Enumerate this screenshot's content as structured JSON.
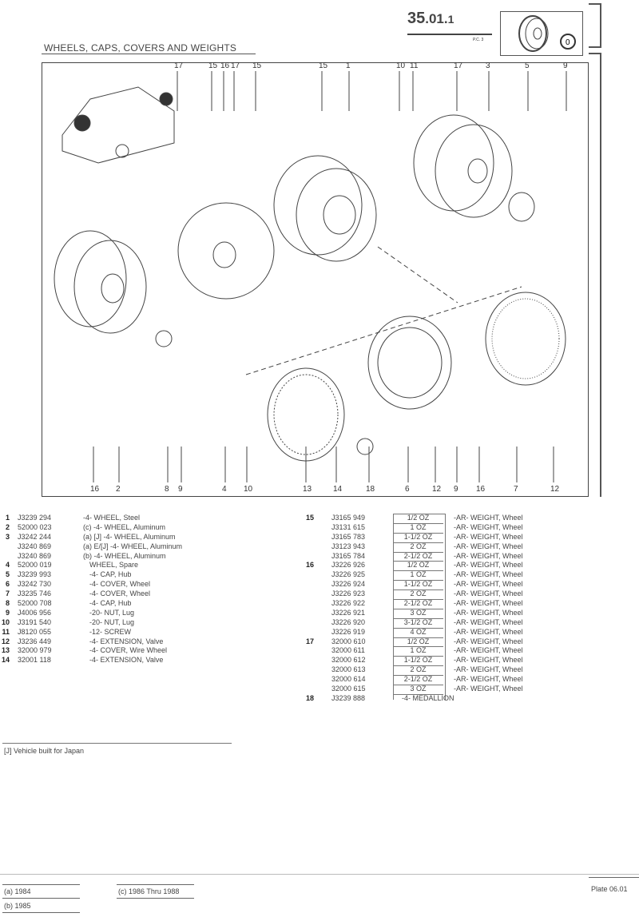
{
  "header": {
    "section_main": "35",
    "section_sub": ".01.",
    "section_suffix": "1",
    "pc": "P.C. 3",
    "title": "WHEELS, CAPS, COVERS AND WEIGHTS"
  },
  "callouts_top": [
    "17",
    "15",
    "16",
    "17",
    "15",
    "15",
    "1",
    "10",
    "11",
    "17",
    "3",
    "5",
    "9"
  ],
  "callouts_bottom": [
    "16",
    "2",
    "8",
    "9",
    "4",
    "10",
    "13",
    "14",
    "18",
    "6",
    "12",
    "9",
    "16",
    "7",
    "12"
  ],
  "parts_left": [
    {
      "num": "1",
      "pn": "J3239 294",
      "desc": "-4- WHEEL, Steel"
    },
    {
      "num": "2",
      "pn": "52000 023",
      "desc": "(c)  -4- WHEEL, Aluminum"
    },
    {
      "num": "3",
      "pn": "J3242 244",
      "desc": "(a) [J]   -4- WHEEL, Aluminum"
    },
    {
      "num": "",
      "pn": "J3240 869",
      "desc": "(a) E/[J]   -4- WHEEL, Aluminum"
    },
    {
      "num": "",
      "pn": "J3240 869",
      "desc": "(b)   -4- WHEEL, Aluminum"
    },
    {
      "num": "4",
      "pn": "52000 019",
      "desc": "WHEEL, Spare"
    },
    {
      "num": "5",
      "pn": "J3239 993",
      "desc": "-4- CAP, Hub"
    },
    {
      "num": "6",
      "pn": "J3242 730",
      "desc": "-4- COVER, Wheel"
    },
    {
      "num": "7",
      "pn": "J3235 746",
      "desc": "-4- COVER, Wheel"
    },
    {
      "num": "8",
      "pn": "52000 708",
      "desc": "-4- CAP, Hub"
    },
    {
      "num": "9",
      "pn": "J4006 956",
      "desc": "-20- NUT, Lug"
    },
    {
      "num": "10",
      "pn": "J3191 540",
      "desc": "-20- NUT, Lug"
    },
    {
      "num": "11",
      "pn": "J8120 055",
      "desc": "-12- SCREW"
    },
    {
      "num": "12",
      "pn": "J3236 449",
      "desc": "-4- EXTENSION, Valve"
    },
    {
      "num": "13",
      "pn": "32000 979",
      "desc": "-4- COVER, Wire Wheel"
    },
    {
      "num": "14",
      "pn": "32001 118",
      "desc": "-4- EXTENSION, Valve"
    }
  ],
  "parts_right": [
    {
      "num": "15",
      "pn": "J3165 949",
      "oz": "1/2 OZ",
      "desc": "-AR- WEIGHT, Wheel"
    },
    {
      "num": "",
      "pn": "J3131 615",
      "oz": "1 OZ",
      "desc": "-AR- WEIGHT, Wheel"
    },
    {
      "num": "",
      "pn": "J3165 783",
      "oz": "1-1/2 OZ",
      "desc": "-AR- WEIGHT, Wheel"
    },
    {
      "num": "",
      "pn": "J3123 943",
      "oz": "2 OZ",
      "desc": "-AR- WEIGHT, Wheel"
    },
    {
      "num": "",
      "pn": "J3165 784",
      "oz": "2-1/2 OZ",
      "desc": "-AR- WEIGHT, Wheel"
    },
    {
      "num": "16",
      "pn": "J3226 926",
      "oz": "1/2 OZ",
      "desc": "-AR- WEIGHT, Wheel"
    },
    {
      "num": "",
      "pn": "J3226 925",
      "oz": "1 OZ",
      "desc": "-AR- WEIGHT, Wheel"
    },
    {
      "num": "",
      "pn": "J3226 924",
      "oz": "1-1/2 OZ",
      "desc": "-AR- WEIGHT, Wheel"
    },
    {
      "num": "",
      "pn": "J3226 923",
      "oz": "2 OZ",
      "desc": "-AR- WEIGHT, Wheel"
    },
    {
      "num": "",
      "pn": "J3226 922",
      "oz": "2-1/2 OZ",
      "desc": "-AR- WEIGHT, Wheel"
    },
    {
      "num": "",
      "pn": "J3226 921",
      "oz": "3 OZ",
      "desc": "-AR- WEIGHT, Wheel"
    },
    {
      "num": "",
      "pn": "J3226 920",
      "oz": "3-1/2 OZ",
      "desc": "-AR- WEIGHT, Wheel"
    },
    {
      "num": "",
      "pn": "J3226 919",
      "oz": "4 OZ",
      "desc": "-AR- WEIGHT, Wheel"
    },
    {
      "num": "17",
      "pn": "32000 610",
      "oz": "1/2 OZ",
      "desc": "-AR- WEIGHT, Wheel"
    },
    {
      "num": "",
      "pn": "32000 611",
      "oz": "1 OZ",
      "desc": "-AR- WEIGHT, Wheel"
    },
    {
      "num": "",
      "pn": "32000 612",
      "oz": "1-1/2 OZ",
      "desc": "-AR- WEIGHT, Wheel"
    },
    {
      "num": "",
      "pn": "32000 613",
      "oz": "2 OZ",
      "desc": "-AR- WEIGHT, Wheel"
    },
    {
      "num": "",
      "pn": "32000 614",
      "oz": "2-1/2 OZ",
      "desc": "-AR- WEIGHT, Wheel"
    },
    {
      "num": "",
      "pn": "32000 615",
      "oz": "3 OZ",
      "desc": "-AR- WEIGHT, Wheel"
    },
    {
      "num": "18",
      "pn": "J3239 888",
      "oz": "",
      "desc": "-4- MEDALLION"
    }
  ],
  "footnote": "[J] Vehicle built for Japan",
  "footer": {
    "a": "(a) 1984",
    "b": "(b) 1985",
    "c": "(c) 1986 Thru 1988",
    "plate": "Plate 06.01"
  }
}
